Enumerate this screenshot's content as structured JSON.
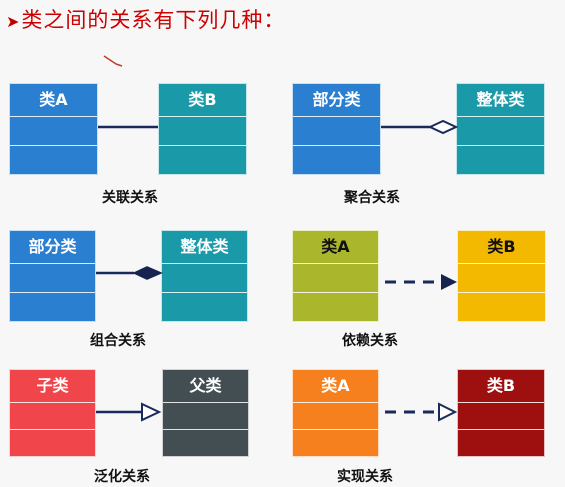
{
  "heading": {
    "bullet": "➤",
    "text": "类之间的关系有下列几种："
  },
  "relations": [
    {
      "id": "association",
      "caption": "关联关系",
      "left": {
        "name": "类A",
        "color": "#2b7fd0"
      },
      "right": {
        "name": "类B",
        "color": "#1a9aa8"
      }
    },
    {
      "id": "aggregation",
      "caption": "聚合关系",
      "left": {
        "name": "部分类",
        "color": "#2b7fd0"
      },
      "right": {
        "name": "整体类",
        "color": "#1a9aa8"
      }
    },
    {
      "id": "composition",
      "caption": "组合关系",
      "left": {
        "name": "部分类",
        "color": "#2b7fd0"
      },
      "right": {
        "name": "整体类",
        "color": "#1a9aa8"
      }
    },
    {
      "id": "dependency",
      "caption": "依赖关系",
      "left": {
        "name": "类A",
        "color": "#aab72c"
      },
      "right": {
        "name": "类B",
        "color": "#f2b900"
      }
    },
    {
      "id": "generalization",
      "caption": "泛化关系",
      "left": {
        "name": "子类",
        "color": "#f0454a"
      },
      "right": {
        "name": "父类",
        "color": "#434e52"
      }
    },
    {
      "id": "realization",
      "caption": "实现关系",
      "left": {
        "name": "类A",
        "color": "#f6801e"
      },
      "right": {
        "name": "类B",
        "color": "#9e1010"
      }
    }
  ]
}
